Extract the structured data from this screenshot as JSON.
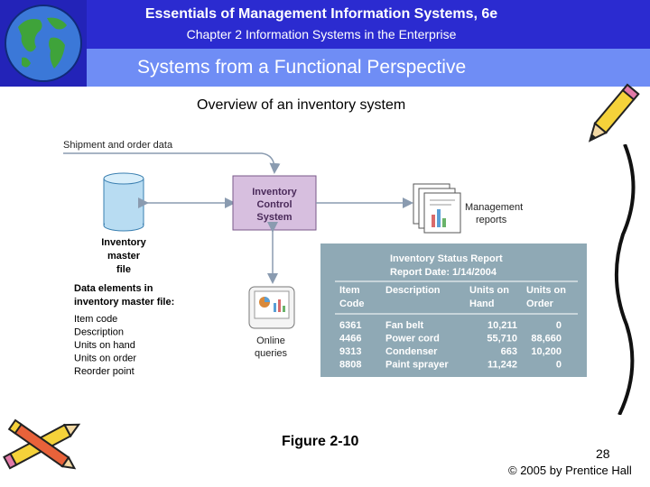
{
  "header": {
    "title": "Essentials of Management Information Systems, 6e",
    "subtitle": "Chapter 2 Information Systems in the Enterprise",
    "section": "Systems from a Functional Perspective",
    "logo_icon": "globe-icon"
  },
  "slide": {
    "overview_title": "Overview of an inventory system",
    "figure_label": "Figure 2-10",
    "page_number": "28",
    "copyright": "© 2005 by Prentice Hall",
    "decor_icons": [
      "pencil-icon",
      "pencils-icon"
    ]
  },
  "diagram": {
    "input_label": "Shipment and order data",
    "control_box": [
      "Inventory",
      "Control",
      "System"
    ],
    "master_file": [
      "Inventory",
      "master",
      "file"
    ],
    "data_elements_heading": [
      "Data elements in",
      "inventory master file:"
    ],
    "data_elements": [
      "Item code",
      "Description",
      "Units on hand",
      "Units on order",
      "Reorder point"
    ],
    "management_reports": [
      "Management",
      "reports"
    ],
    "online_queries": [
      "Online",
      "queries"
    ],
    "report": {
      "title": "Inventory Status Report",
      "date": "Report Date: 1/14/2004",
      "columns": [
        [
          "Item",
          "Code"
        ],
        [
          "Description",
          ""
        ],
        [
          "Units on",
          "Hand"
        ],
        [
          "Units on",
          "Order"
        ]
      ],
      "rows": [
        [
          "6361",
          "Fan belt",
          "10,211",
          "0"
        ],
        [
          "4466",
          "Power cord",
          "55,710",
          "88,660"
        ],
        [
          "9313",
          "Condenser",
          "663",
          "10,200"
        ],
        [
          "8808",
          "Paint sprayer",
          "11,242",
          "0"
        ]
      ]
    },
    "colors": {
      "control_fill": "#d7bfdf",
      "report_fill": "#8fa9b5",
      "cylinder_fill": "#b8dcf2",
      "connector": "#8a9bb0"
    }
  }
}
